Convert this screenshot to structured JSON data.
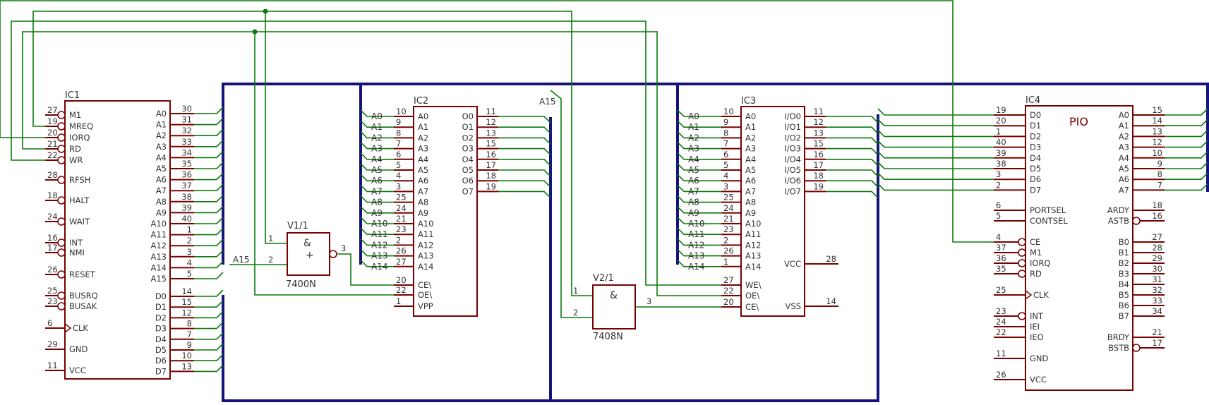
{
  "ic1": {
    "title": "IC1",
    "left": [
      {
        "num": "27",
        "label": "M1",
        "bubble": true
      },
      {
        "num": "19",
        "label": "MREQ",
        "bubble": true
      },
      {
        "num": "20",
        "label": "IORQ",
        "bubble": true
      },
      {
        "num": "21",
        "label": "RD",
        "bubble": true
      },
      {
        "num": "22",
        "label": "WR",
        "bubble": true
      },
      {
        "num": "28",
        "label": "RFSH",
        "bubble": true
      },
      {
        "num": "18",
        "label": "HALT",
        "bubble": true
      },
      {
        "num": "24",
        "label": "WAIT",
        "bubble": true
      },
      {
        "num": "16",
        "label": "INT",
        "bubble": true
      },
      {
        "num": "17",
        "label": "NMI",
        "bubble": true
      },
      {
        "num": "26",
        "label": "RESET",
        "bubble": true
      },
      {
        "num": "25",
        "label": "BUSRQ",
        "bubble": true
      },
      {
        "num": "23",
        "label": "BUSAK",
        "bubble": true
      },
      {
        "num": "6",
        "label": "CLK",
        "clock": true
      },
      {
        "num": "29",
        "label": "GND"
      },
      {
        "num": "11",
        "label": "VCC"
      }
    ],
    "right_addr": [
      {
        "num": "30",
        "label": "A0"
      },
      {
        "num": "31",
        "label": "A1"
      },
      {
        "num": "32",
        "label": "A2"
      },
      {
        "num": "33",
        "label": "A3"
      },
      {
        "num": "34",
        "label": "A4"
      },
      {
        "num": "35",
        "label": "A5"
      },
      {
        "num": "36",
        "label": "A6"
      },
      {
        "num": "37",
        "label": "A7"
      },
      {
        "num": "38",
        "label": "A8"
      },
      {
        "num": "39",
        "label": "A9"
      },
      {
        "num": "40",
        "label": "A10"
      },
      {
        "num": "1",
        "label": "A11"
      },
      {
        "num": "2",
        "label": "A12"
      },
      {
        "num": "3",
        "label": "A13"
      },
      {
        "num": "4",
        "label": "A14"
      },
      {
        "num": "5",
        "label": "A15"
      }
    ],
    "right_data": [
      {
        "num": "14",
        "label": "D0"
      },
      {
        "num": "15",
        "label": "D1"
      },
      {
        "num": "12",
        "label": "D2"
      },
      {
        "num": "8",
        "label": "D3"
      },
      {
        "num": "7",
        "label": "D4"
      },
      {
        "num": "9",
        "label": "D5"
      },
      {
        "num": "10",
        "label": "D6"
      },
      {
        "num": "13",
        "label": "D7"
      }
    ]
  },
  "ic2": {
    "title": "IC2",
    "left_addr": [
      {
        "num": "10",
        "label": "A0"
      },
      {
        "num": "9",
        "label": "A1"
      },
      {
        "num": "8",
        "label": "A2"
      },
      {
        "num": "7",
        "label": "A3"
      },
      {
        "num": "6",
        "label": "A4"
      },
      {
        "num": "5",
        "label": "A5"
      },
      {
        "num": "4",
        "label": "A6"
      },
      {
        "num": "3",
        "label": "A7"
      },
      {
        "num": "25",
        "label": "A8"
      },
      {
        "num": "24",
        "label": "A9"
      },
      {
        "num": "21",
        "label": "A10"
      },
      {
        "num": "23",
        "label": "A11"
      },
      {
        "num": "2",
        "label": "A12"
      },
      {
        "num": "26",
        "label": "A13"
      },
      {
        "num": "27",
        "label": "A14"
      }
    ],
    "left_ctrl": [
      {
        "num": "20",
        "label": "CE\\"
      },
      {
        "num": "22",
        "label": "OE\\"
      },
      {
        "num": "1",
        "label": "VPP"
      }
    ],
    "right": [
      {
        "num": "11",
        "label": "O0"
      },
      {
        "num": "12",
        "label": "O1"
      },
      {
        "num": "13",
        "label": "O2"
      },
      {
        "num": "15",
        "label": "O3"
      },
      {
        "num": "16",
        "label": "O4"
      },
      {
        "num": "17",
        "label": "O5"
      },
      {
        "num": "18",
        "label": "O6"
      },
      {
        "num": "19",
        "label": "O7"
      }
    ]
  },
  "ic3": {
    "title": "IC3",
    "left_addr": [
      {
        "num": "10",
        "label": "A0"
      },
      {
        "num": "9",
        "label": "A1"
      },
      {
        "num": "8",
        "label": "A2"
      },
      {
        "num": "7",
        "label": "A3"
      },
      {
        "num": "6",
        "label": "A4"
      },
      {
        "num": "5",
        "label": "A5"
      },
      {
        "num": "4",
        "label": "A6"
      },
      {
        "num": "3",
        "label": "A7"
      },
      {
        "num": "25",
        "label": "A8"
      },
      {
        "num": "24",
        "label": "A9"
      },
      {
        "num": "21",
        "label": "A10"
      },
      {
        "num": "23",
        "label": "A11"
      },
      {
        "num": "2",
        "label": "A12"
      },
      {
        "num": "26",
        "label": "A13"
      },
      {
        "num": "1",
        "label": "A14"
      }
    ],
    "left_ctrl": [
      {
        "num": "27",
        "label": "WE\\"
      },
      {
        "num": "22",
        "label": "OE\\"
      },
      {
        "num": "20",
        "label": "CE\\"
      }
    ],
    "right_io": [
      {
        "num": "11",
        "label": "I/O0"
      },
      {
        "num": "12",
        "label": "I/O1"
      },
      {
        "num": "13",
        "label": "I/O2"
      },
      {
        "num": "15",
        "label": "I/O3"
      },
      {
        "num": "16",
        "label": "I/O4"
      },
      {
        "num": "17",
        "label": "I/O5"
      },
      {
        "num": "18",
        "label": "I/O6"
      },
      {
        "num": "19",
        "label": "I/O7"
      }
    ],
    "right_pwr": [
      {
        "num": "28",
        "label": "VCC"
      },
      {
        "num": "14",
        "label": "VSS"
      }
    ]
  },
  "ic4": {
    "title": "IC4",
    "name": "PIO",
    "left_data": [
      {
        "num": "19",
        "label": "D0"
      },
      {
        "num": "20",
        "label": "D1"
      },
      {
        "num": "1",
        "label": "D2"
      },
      {
        "num": "40",
        "label": "D3"
      },
      {
        "num": "39",
        "label": "D4"
      },
      {
        "num": "38",
        "label": "D5"
      },
      {
        "num": "3",
        "label": "D6"
      },
      {
        "num": "2",
        "label": "D7"
      }
    ],
    "left_sel": [
      {
        "num": "6",
        "label": "PORTSEL"
      },
      {
        "num": "5",
        "label": "CONTSEL"
      }
    ],
    "left_ctrl": [
      {
        "num": "4",
        "label": "CE",
        "bubble": true
      },
      {
        "num": "37",
        "label": "M1",
        "bubble": true
      },
      {
        "num": "36",
        "label": "IORQ",
        "bubble": true
      },
      {
        "num": "35",
        "label": "RD",
        "bubble": true
      }
    ],
    "left_clk": {
      "num": "25",
      "label": "CLK"
    },
    "left_int": [
      {
        "num": "23",
        "label": "INT",
        "bubble": true
      },
      {
        "num": "24",
        "label": "IEI"
      },
      {
        "num": "22",
        "label": "IEO"
      }
    ],
    "left_pwr": [
      {
        "num": "11",
        "label": "GND"
      },
      {
        "num": "26",
        "label": "VCC"
      }
    ],
    "right_a": [
      {
        "num": "15",
        "label": "A0"
      },
      {
        "num": "14",
        "label": "A1"
      },
      {
        "num": "13",
        "label": "A2"
      },
      {
        "num": "12",
        "label": "A3"
      },
      {
        "num": "10",
        "label": "A4"
      },
      {
        "num": "9",
        "label": "A5"
      },
      {
        "num": "8",
        "label": "A6"
      },
      {
        "num": "7",
        "label": "A7"
      }
    ],
    "right_astat": [
      {
        "num": "18",
        "label": "ARDY"
      },
      {
        "num": "16",
        "label": "ASTB",
        "bubble": true
      }
    ],
    "right_b": [
      {
        "num": "27",
        "label": "B0"
      },
      {
        "num": "28",
        "label": "B1"
      },
      {
        "num": "29",
        "label": "B2"
      },
      {
        "num": "30",
        "label": "B3"
      },
      {
        "num": "31",
        "label": "B4"
      },
      {
        "num": "32",
        "label": "B5"
      },
      {
        "num": "33",
        "label": "B6"
      },
      {
        "num": "34",
        "label": "B7"
      }
    ],
    "right_bstat": [
      {
        "num": "21",
        "label": "BRDY"
      },
      {
        "num": "17",
        "label": "BSTB",
        "bubble": true
      }
    ]
  },
  "gate1": {
    "title": "V1/1",
    "type": "7400N",
    "symbol": "&",
    "symbol2": "+",
    "in1": "1",
    "in2": "2",
    "out": "3"
  },
  "gate2": {
    "title": "V2/1",
    "type": "7408N",
    "symbol": "&",
    "in1": "1",
    "in2": "2",
    "out": "3"
  },
  "nets": {
    "a15_left": "A15",
    "a15_top": "A15"
  }
}
